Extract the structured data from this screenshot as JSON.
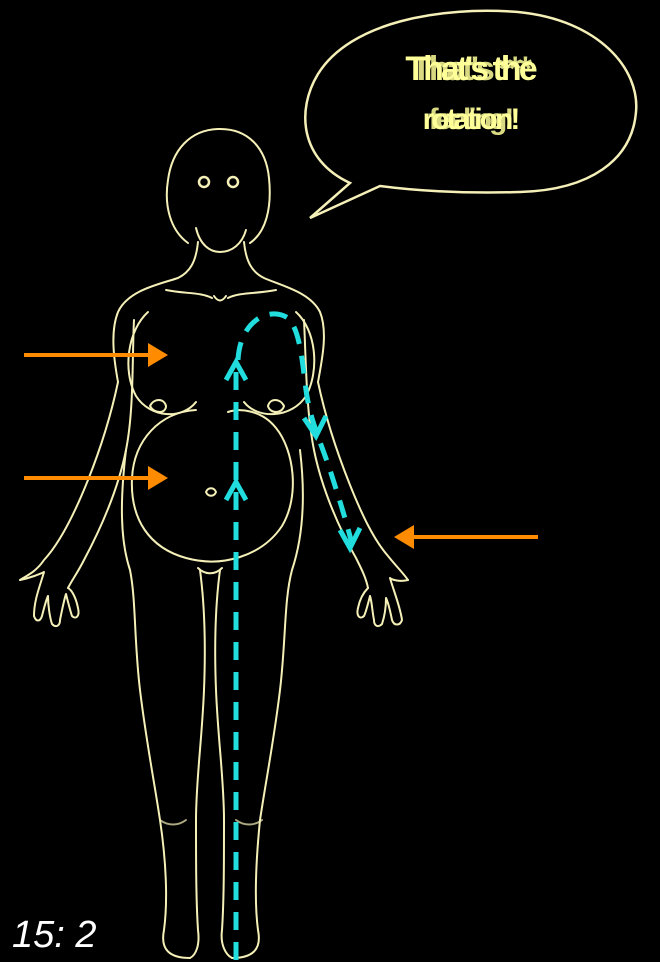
{
  "bubble": {
    "text_a_line1": "That's the",
    "text_a_line2": "rotation!",
    "text_b_line1": "That's ***",
    "text_b_line2": "feeling!"
  },
  "slide_number": "15: 2",
  "colors": {
    "background": "#000000",
    "outline": "#f5f0b8",
    "bubble_fill": "#000000",
    "bubble_text": "#ffff99",
    "arrow_orange": "#ff8c00",
    "path_cyan": "#22dddd",
    "label_white": "#ffffff"
  }
}
